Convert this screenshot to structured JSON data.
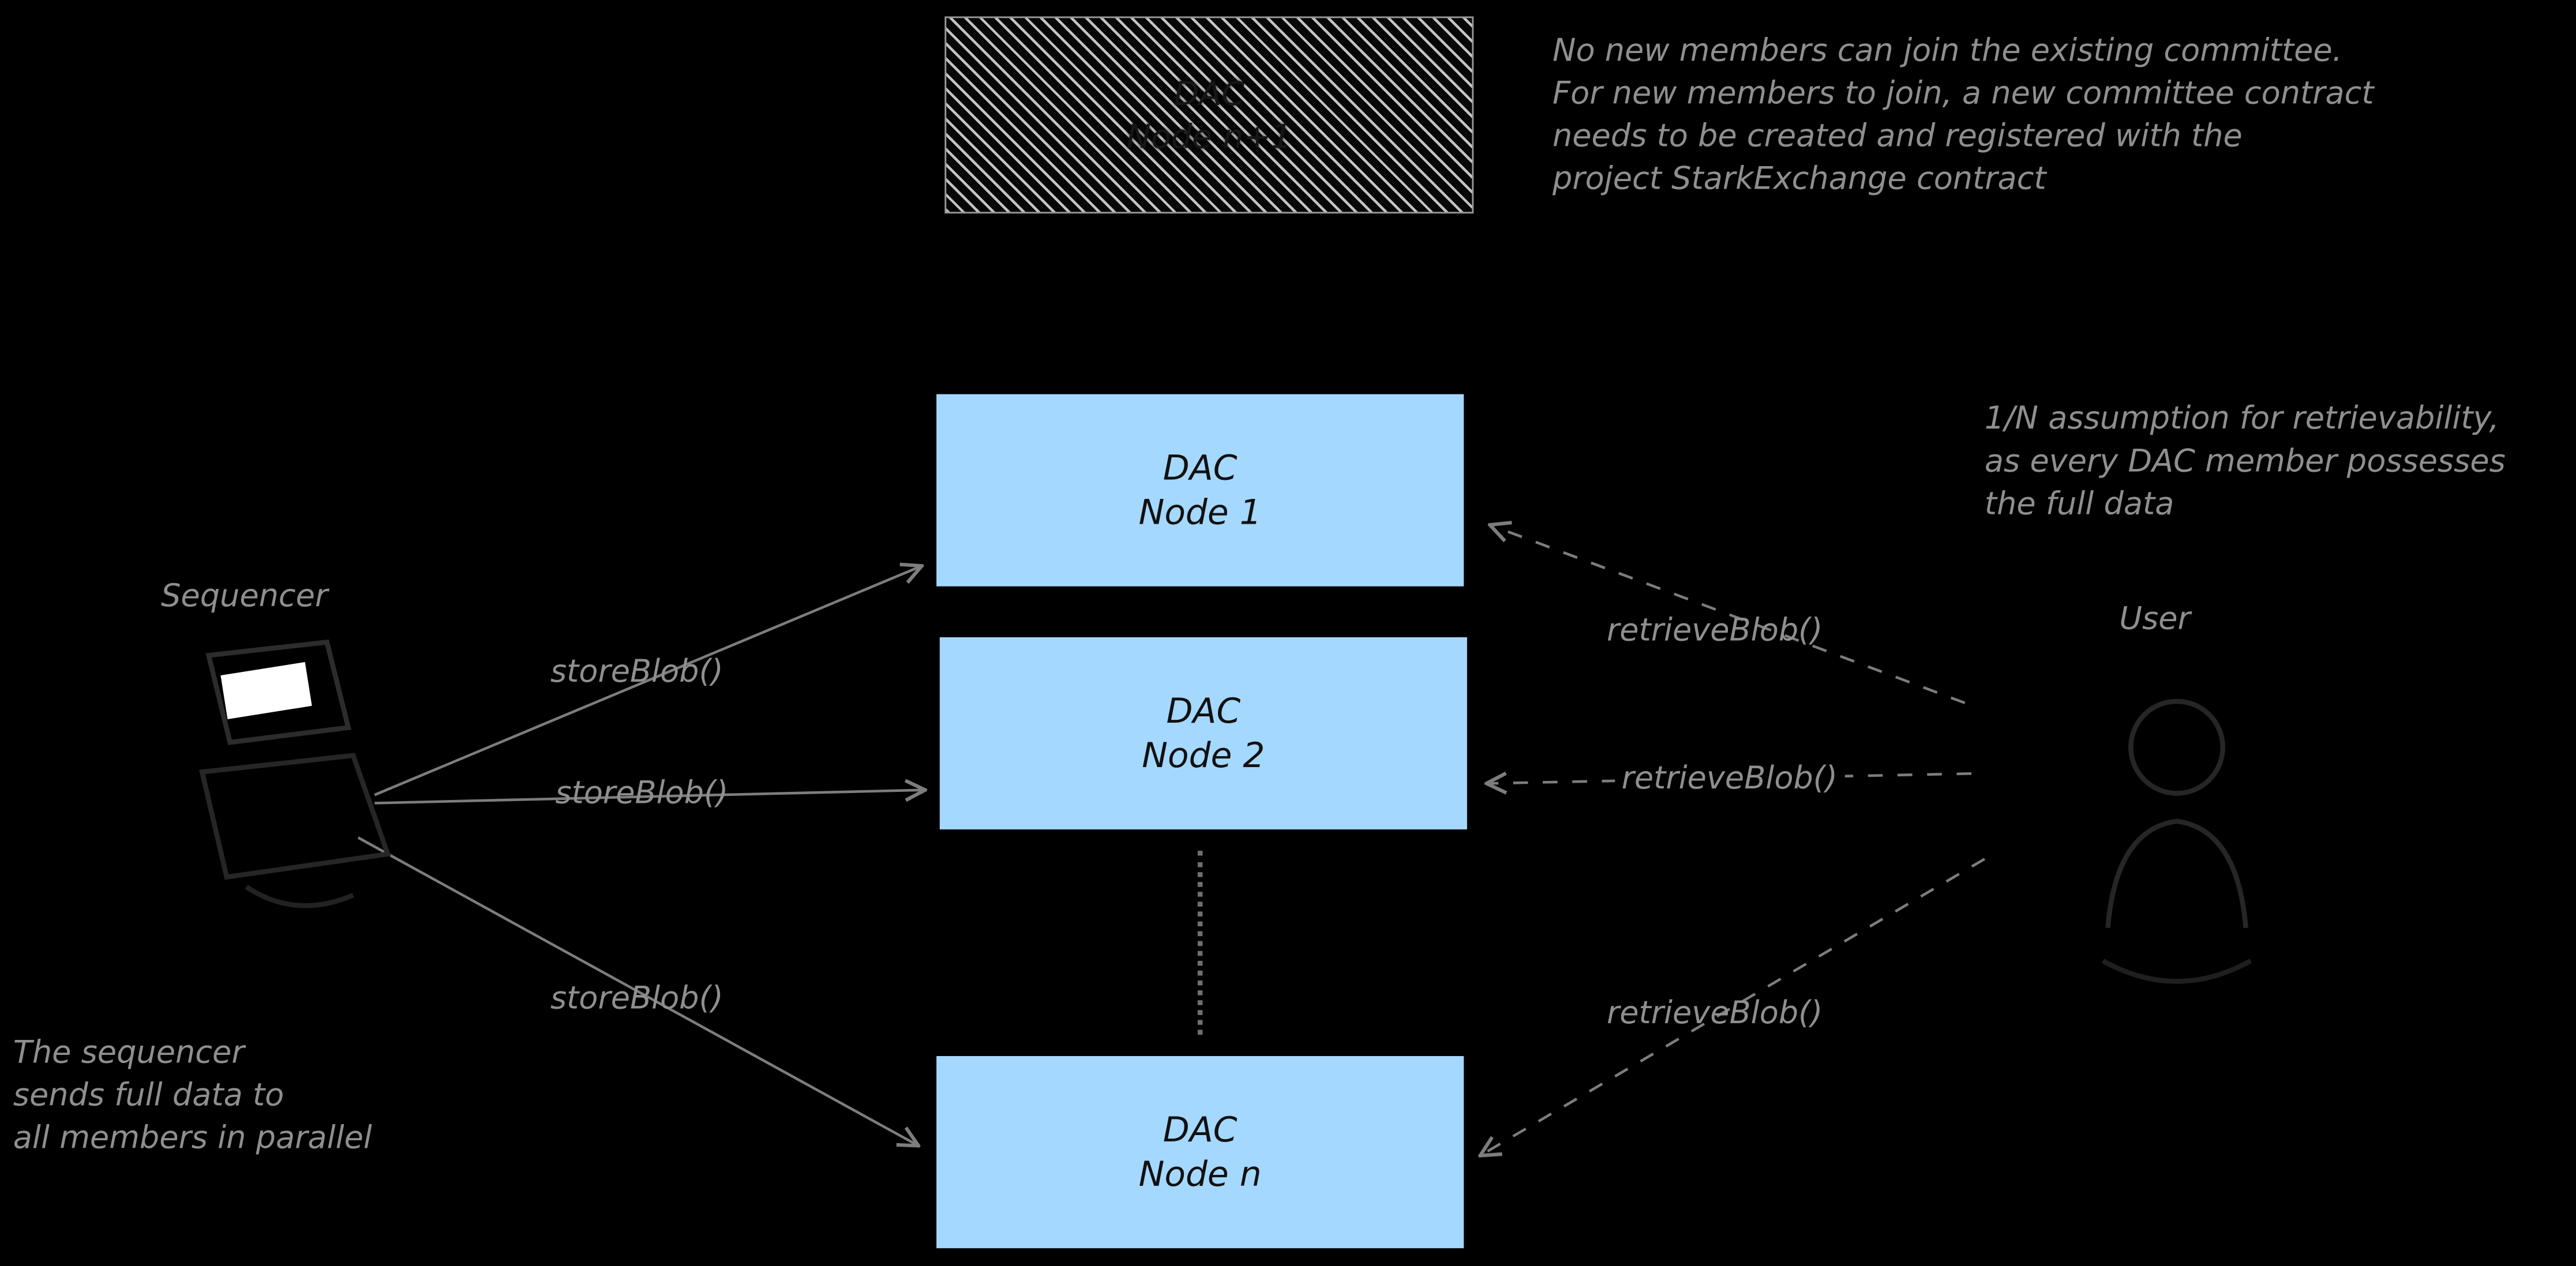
{
  "diagram": {
    "new_node": {
      "line1": "DAC",
      "line2": "Node n+1"
    },
    "nodes": [
      {
        "line1": "DAC",
        "line2": "Node 1"
      },
      {
        "line1": "DAC",
        "line2": "Node 2"
      },
      {
        "line1": "DAC",
        "line2": "Node n"
      }
    ],
    "sequencer_label": "Sequencer",
    "user_label": "User",
    "store_labels": [
      "storeBlob()",
      "storeBlob()",
      "storeBlob()"
    ],
    "retrieve_labels": [
      "retrieveBlob()",
      "retrieveBlob()",
      "retrieveBlob()"
    ],
    "annotations": {
      "committee_note": [
        "No new members can join the existing committee.",
        "For new members to join, a new committee contract",
        "needs to be created and registered with the",
        "project StarkExchange contract"
      ],
      "retrievability_note": [
        "1/N assumption for retrievability,",
        "as every DAC member possesses",
        "the full data"
      ],
      "sequencer_note": [
        "The sequencer",
        "sends full data to",
        "all members in parallel"
      ]
    },
    "colors": {
      "background": "#000000",
      "node_fill": "#a5d8ff",
      "annotation": "#8f8f8f",
      "arrow": "#7d7d7d"
    }
  }
}
